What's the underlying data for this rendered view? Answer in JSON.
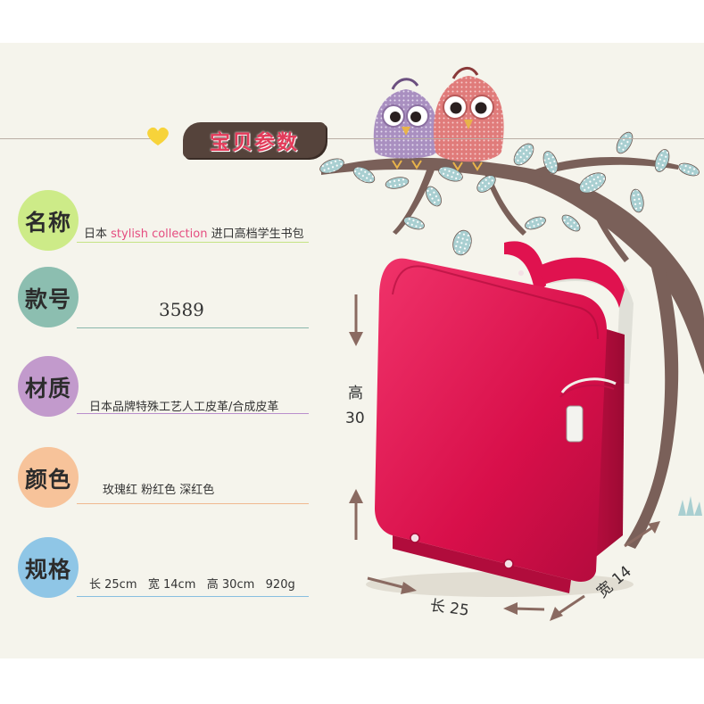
{
  "header": {
    "title": "宝贝参数"
  },
  "specs": [
    {
      "label": "名称",
      "value_prefix": "日本 ",
      "value_highlight": "stylish collection",
      "value_suffix": " 进口高档学生书包",
      "circle": "#cdeb88",
      "line": "#c5e384"
    },
    {
      "label": "款号",
      "value": "3589",
      "circle": "#8cbeb0",
      "line": "#8ab7ac"
    },
    {
      "label": "材质",
      "value": "日本品牌特殊工艺人工皮革/合成皮革",
      "circle": "#c29acc",
      "line": "#b98fcc"
    },
    {
      "label": "颜色",
      "value": "玫瑰红 粉红色 深红色",
      "circle": "#f7c39a",
      "line": "#f0b98f"
    },
    {
      "label": "规格",
      "value": "长 25cm   宽 14cm   高 30cm   920g",
      "circle": "#8fc6e6",
      "line": "#88bfe0"
    }
  ],
  "dimensions": {
    "height_char": "高",
    "height_value": "30",
    "length_label": "长 25",
    "width_label": "宽 14"
  },
  "colors": {
    "bag": "#e0124f",
    "bag_dark": "#a40c37",
    "branch": "#7a6059",
    "leaf": "#a9cfd1",
    "arrow": "#8a6a61"
  }
}
